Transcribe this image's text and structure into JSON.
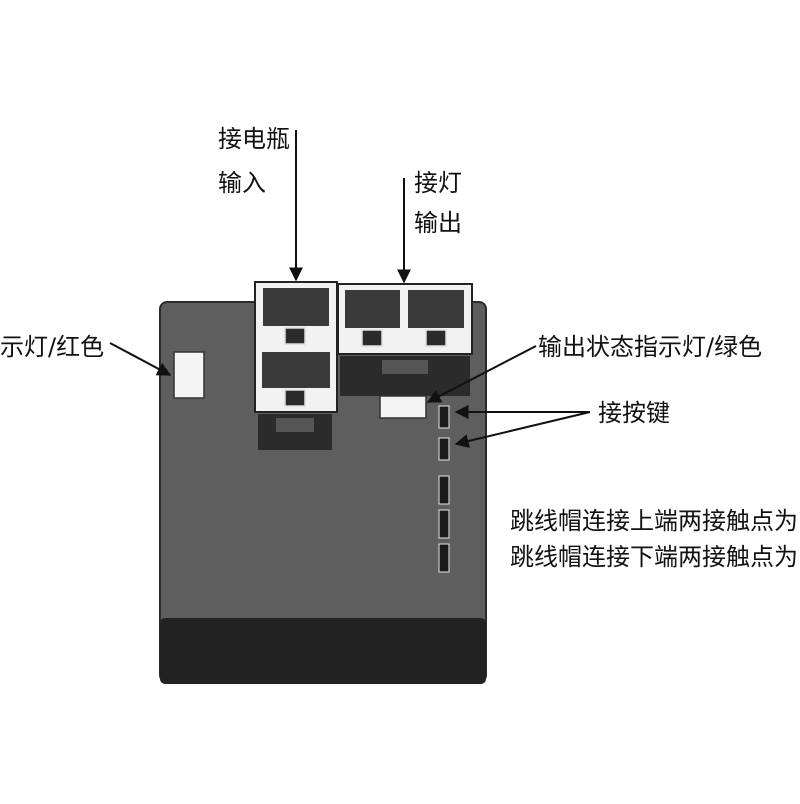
{
  "labels": {
    "battery_input_line1": "接电瓶",
    "battery_input_line2": "输入",
    "lamp_output_line1": "接灯",
    "lamp_output_line2": "输出",
    "power_indicator": "示灯/红色",
    "output_indicator": "输出状态指示灯/绿色",
    "button_connect": "接按键",
    "jumper_upper": "跳线帽连接上端两接触点为",
    "jumper_lower": "跳线帽连接下端两接触点为"
  },
  "colors": {
    "board": "#5e5e5e",
    "board_bottom": "#222222",
    "connector_frame": "#f2f2f2",
    "arrow": "#111111",
    "indicator": "#f4f4f4"
  }
}
